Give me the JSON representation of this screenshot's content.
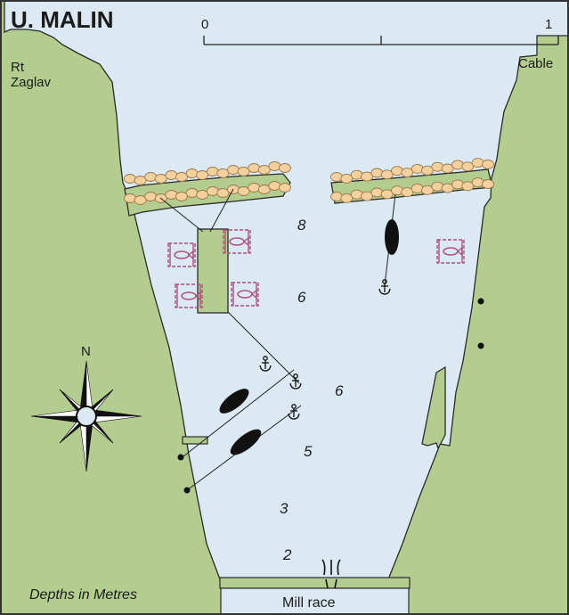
{
  "map": {
    "title": "U. MALIN",
    "headland_label_line1": "Rt",
    "headland_label_line2": "Zaglav",
    "scale": {
      "start_label": "0",
      "end_label": "1",
      "unit_label": "Cable"
    },
    "compass_north_label": "N",
    "depth_note": "Depths in Metres",
    "depth_soundings": [
      "8",
      "6",
      "6",
      "5",
      "3",
      "2"
    ],
    "mill_race_label": "Mill race",
    "colors": {
      "land": "#b3cd8e",
      "water": "#dbe9f3",
      "rocks": "#f3d09c",
      "boat": "#111111",
      "mooring_symbol": "#b0507a"
    },
    "symbols": [
      "breakwater-rocks",
      "anchored-boat",
      "mooring-buoy",
      "fish-farm-mark",
      "compass-rose",
      "scale-bar",
      "anchor-icon",
      "sluice-icon"
    ]
  }
}
